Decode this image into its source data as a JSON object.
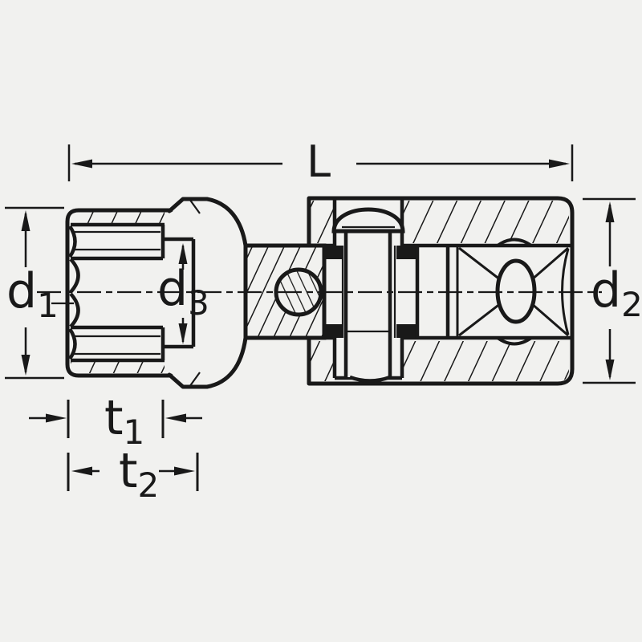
{
  "colors": {
    "background": "#f1f1ef",
    "ink": "#191919"
  },
  "labels": {
    "L": {
      "main": "L",
      "sub": ""
    },
    "d1": {
      "main": "d",
      "sub": "1"
    },
    "d2": {
      "main": "d",
      "sub": "2"
    },
    "d3": {
      "main": "d",
      "sub": "3"
    },
    "t1": {
      "main": "t",
      "sub": "1"
    },
    "t2": {
      "main": "t",
      "sub": "2"
    }
  }
}
